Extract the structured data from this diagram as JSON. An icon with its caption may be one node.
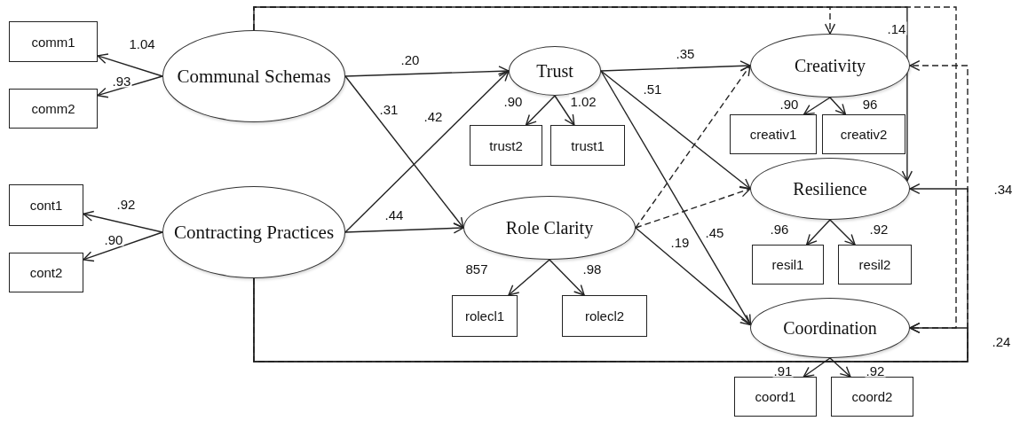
{
  "diagram": {
    "nodes": [
      {
        "text": [
          "comm1"
        ]
      },
      {
        "text": [
          "comm2"
        ]
      },
      {
        "text": [
          "Communal Schemas"
        ]
      },
      {
        "text": [
          "Trust"
        ]
      },
      {
        "text": [
          "Creativity"
        ]
      },
      {
        "text": [
          "trust2"
        ]
      },
      {
        "text": [
          "trust1"
        ]
      },
      {
        "text": [
          "creativ1"
        ]
      },
      {
        "text": [
          "creativ2"
        ]
      },
      {
        "text": [
          "cont1"
        ]
      },
      {
        "text": [
          "Contracting Practices"
        ]
      },
      {
        "text": [
          "Role Clarity"
        ]
      },
      {
        "text": [
          "Resilience"
        ]
      },
      {
        "text": [
          "cont2"
        ]
      },
      {
        "text": [
          "resil1"
        ]
      },
      {
        "text": [
          "resil2"
        ]
      },
      {
        "text": [
          "rolecl1"
        ]
      },
      {
        "text": [
          "rolecl2"
        ]
      },
      {
        "text": [
          "Coordination"
        ]
      },
      {
        "text": [
          "coord1"
        ]
      },
      {
        "text": [
          "coord2"
        ]
      }
    ],
    "edges": [
      {
        "from": 2,
        "to": 0,
        "arrow": "to",
        "label": "1.04"
      },
      {
        "from": 2,
        "to": 1,
        "arrow": "to",
        "label": ".93"
      },
      {
        "from": 10,
        "to": 9,
        "arrow": "to",
        "label": ".92"
      },
      {
        "from": 10,
        "to": 13,
        "arrow": "to",
        "label": ".90"
      },
      {
        "from": 2,
        "to": 3,
        "arrow": "to",
        "label": ".20"
      },
      {
        "from": 2,
        "to": 11,
        "arrow": "to",
        "label": ".31"
      },
      {
        "from": 10,
        "to": 3,
        "arrow": "to",
        "label": ".42"
      },
      {
        "from": 10,
        "to": 11,
        "arrow": "to",
        "label": ".44"
      },
      {
        "from": 3,
        "to": 5,
        "arrow": "to",
        "label": ".90"
      },
      {
        "from": 3,
        "to": 6,
        "arrow": "to",
        "label": "1.02"
      },
      {
        "from": 3,
        "to": 4,
        "arrow": "to",
        "label": ".35"
      },
      {
        "from": 3,
        "to": 12,
        "arrow": "to",
        "label": ".51"
      },
      {
        "from": 3,
        "to": 18,
        "arrow": "to",
        "label": ".45"
      },
      {
        "from": 11,
        "to": 16,
        "arrow": "to",
        "label": "857"
      },
      {
        "from": 11,
        "to": 17,
        "arrow": "to",
        "label": ".98"
      },
      {
        "from": 11,
        "to": 4,
        "arrow": "to",
        "style": "dashed"
      },
      {
        "from": 11,
        "to": 12,
        "arrow": "to",
        "style": "dashed"
      },
      {
        "from": 11,
        "to": 18,
        "arrow": "to",
        "label": ".19"
      },
      {
        "from": 4,
        "to": 7,
        "arrow": "to",
        "label": ".90"
      },
      {
        "from": 4,
        "to": 8,
        "arrow": "to",
        "label": "96"
      },
      {
        "from": 12,
        "to": 14,
        "arrow": "to",
        "label": ".96"
      },
      {
        "from": 12,
        "to": 15,
        "arrow": "to",
        "label": ".92"
      },
      {
        "from": 18,
        "to": 19,
        "arrow": "to",
        "label": ".91"
      },
      {
        "from": 18,
        "to": 20,
        "arrow": "to",
        "label": ".92"
      },
      {
        "from": 2,
        "to": 4,
        "arrow": "to",
        "style": "dashed"
      },
      {
        "from": 2,
        "to": 12,
        "arrow": "to",
        "label": ".14"
      },
      {
        "from": 2,
        "to": 18,
        "arrow": "to",
        "style": "dashed"
      },
      {
        "from": 10,
        "to": 4,
        "arrow": "to",
        "style": "dashed"
      },
      {
        "from": 10,
        "to": 12,
        "arrow": "to",
        "label": ".34"
      },
      {
        "from": 10,
        "to": 18,
        "arrow": "to",
        "label": ".24"
      }
    ]
  }
}
